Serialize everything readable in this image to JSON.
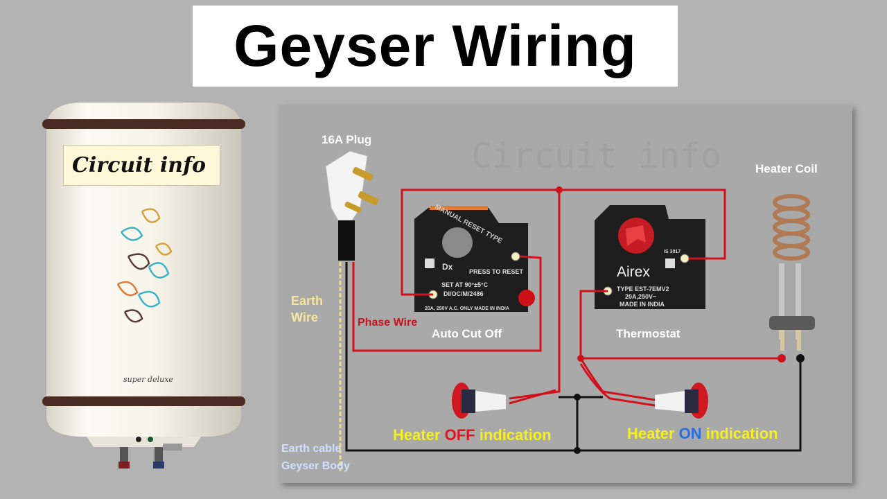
{
  "title": "Geyser Wiring",
  "brand_box": "Circuit info",
  "watermark": "Circuit info",
  "geyser_model": "super deluxe",
  "labels": {
    "plug": "16A Plug",
    "heater_coil": "Heater Coil",
    "earth_wire_1": "Earth",
    "earth_wire_2": "Wire",
    "phase_wire": "Phase Wire",
    "auto_cut_off": "Auto Cut Off",
    "thermostat": "Thermostat",
    "earth_cable_1": "Earth cable",
    "earth_cable_2": "Geyser Body"
  },
  "indicators": {
    "off": {
      "prefix": "Heater ",
      "state": "OFF",
      "suffix": " indication"
    },
    "on": {
      "prefix": "Heater ",
      "state": "ON",
      "suffix": " indication"
    }
  },
  "cutoff_device": {
    "line1": "MANUAL RESET TYPE",
    "model": "Dx",
    "press": "PRESS TO RESET",
    "set": "SET AT 90°±5°C",
    "code": "DI/OC/M/2486",
    "rating": "20A, 250V A.C. ONLY  MADE IN INDIA"
  },
  "thermostat_device": {
    "brand": "Airex",
    "type": "TYPE EST-7EMV2",
    "rating": "20A,250V~",
    "made": "MADE IN INDIA",
    "is": "IS 3017"
  },
  "colors": {
    "phase": "#d0101a",
    "neutral": "#111111",
    "earth": "#f2dc8a",
    "label_yellow": "#f5f01e",
    "label_red": "#e0141e",
    "label_blue": "#2a6fe0",
    "earth_label": "#f5e6a0",
    "cable_label": "#cfe0ff"
  }
}
